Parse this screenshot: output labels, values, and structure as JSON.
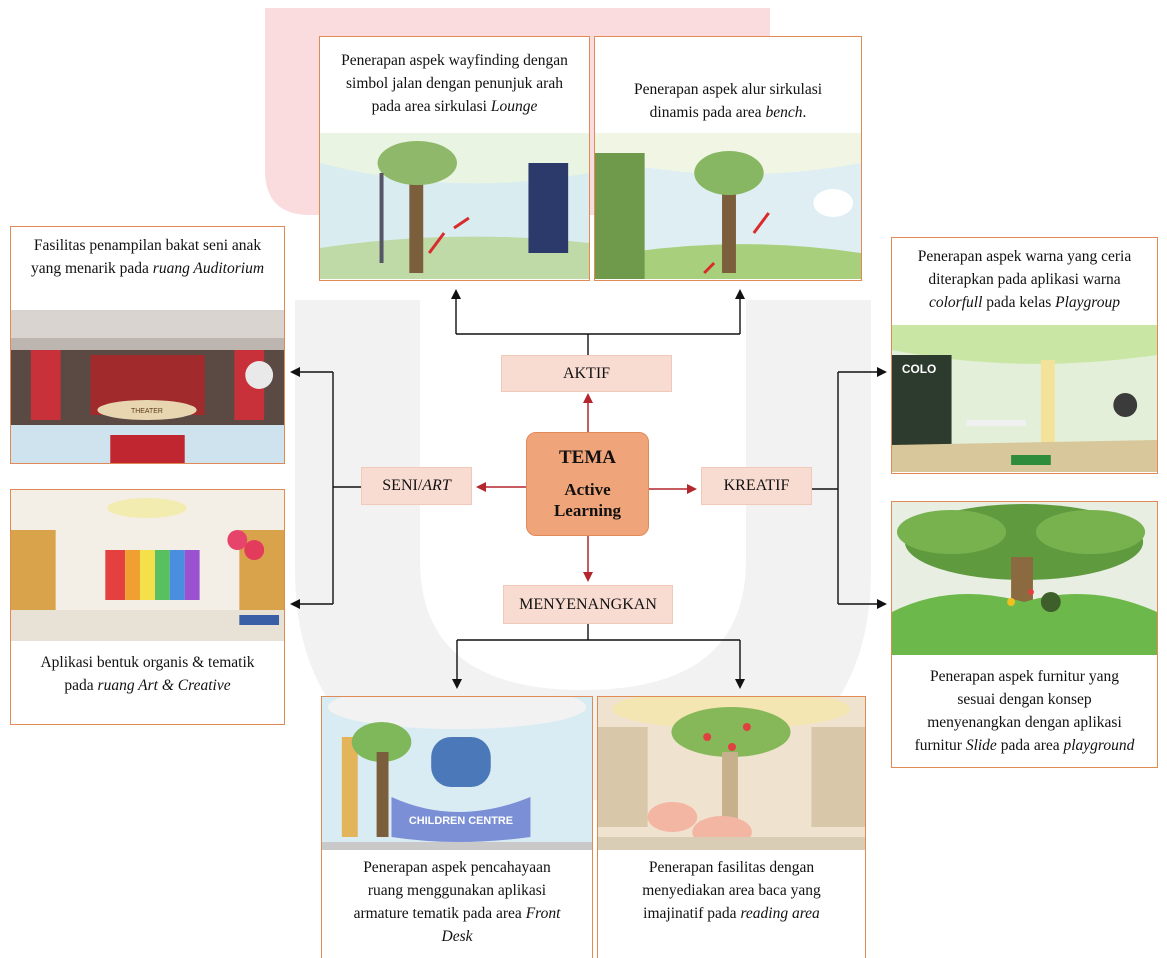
{
  "center": {
    "title": "TEMA",
    "subtitle_line1": "Active",
    "subtitle_line2": "Learning"
  },
  "labels": {
    "aktif": "AKTIF",
    "seni_prefix": "SENI/",
    "seni_italic": "ART",
    "kreatif": "KREATIF",
    "menyenangkan": "MENYENANGKAN"
  },
  "cards": {
    "lounge": {
      "line1": "Penerapan aspek wayfinding dengan",
      "line2": "simbol jalan dengan penunjuk arah",
      "line3_prefix": "pada area sirkulasi ",
      "line3_italic": "Lounge"
    },
    "bench": {
      "line1": "Penerapan aspek alur sirkulasi",
      "line2_prefix": "dinamis pada area ",
      "line2_italic": "bench",
      "line2_suffix": "."
    },
    "auditorium": {
      "line1": "Fasilitas penampilan bakat seni anak",
      "line2_prefix": "yang menarik pada ",
      "line2_italic": "ruang Auditorium",
      "photo_text": "THEATER"
    },
    "art": {
      "line1": "Aplikasi bentuk organis & tematik",
      "line2_prefix": "pada ",
      "line2_italic": "ruang Art & Creative"
    },
    "playgroup": {
      "line1": "Penerapan aspek warna yang ceria",
      "line2": "diterapkan pada aplikasi warna",
      "line3_italic1": "colorfull",
      "line3_mid": " pada kelas ",
      "line3_italic2": "Playgroup",
      "photo_text": "COLO"
    },
    "playground": {
      "line1": "Penerapan aspek furnitur yang",
      "line2": "sesuai dengan konsep",
      "line3": "menyenangkan dengan aplikasi",
      "line4_prefix": "furnitur ",
      "line4_italic1": "Slide",
      "line4_mid": " pada area ",
      "line4_italic2": "playground"
    },
    "frontdesk": {
      "line1": "Penerapan aspek pencahayaan",
      "line2": "ruang menggunakan aplikasi",
      "line3_prefix": "armature tematik pada area ",
      "line3_italic": "Front",
      "line4_italic": "Desk",
      "photo_text": "CHILDREN CENTRE"
    },
    "reading": {
      "line1": "Penerapan fasilitas dengan",
      "line2": "menyediakan area baca yang",
      "line3_prefix": "imajinatif pada ",
      "line3_italic": "reading area"
    }
  },
  "colors": {
    "card_border": "#e08a55",
    "center_fill": "#f0a47a",
    "label_fill": "#f8dcd2",
    "arrow_red": "#b3262e",
    "arrow_black": "#111111",
    "watermark_pink": "#f5c0c4",
    "watermark_grey": "#eeeeee"
  }
}
